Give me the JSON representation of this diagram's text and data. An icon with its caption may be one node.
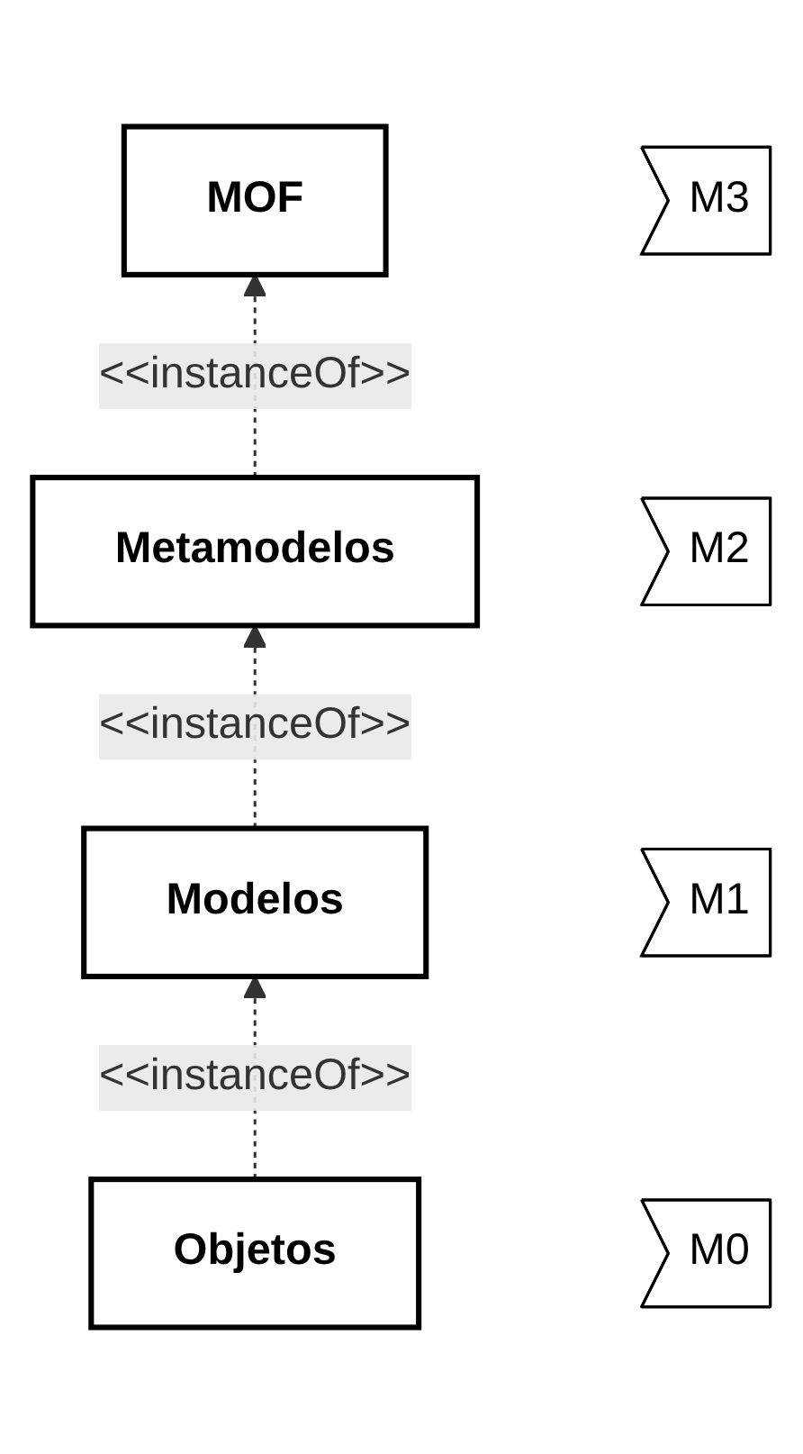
{
  "diagram": {
    "nodes": [
      {
        "text": [
          "MOF"
        ]
      },
      {
        "text": [
          "M3"
        ]
      },
      {
        "text": [
          "Metamodelos"
        ]
      },
      {
        "text": [
          "M2"
        ]
      },
      {
        "text": [
          "Modelos"
        ]
      },
      {
        "text": [
          "M1"
        ]
      },
      {
        "text": [
          "Objetos"
        ]
      },
      {
        "text": [
          "M0"
        ]
      }
    ],
    "edges": [
      {
        "from": 2,
        "to": 0,
        "arrow": "to",
        "style": "dashed",
        "label": "<<instanceOf>>"
      },
      {
        "from": 4,
        "to": 2,
        "arrow": "to",
        "style": "dashed",
        "label": "<<instanceOf>>"
      },
      {
        "from": 6,
        "to": 4,
        "arrow": "to",
        "style": "dashed",
        "label": "<<instanceOf>>"
      }
    ]
  }
}
